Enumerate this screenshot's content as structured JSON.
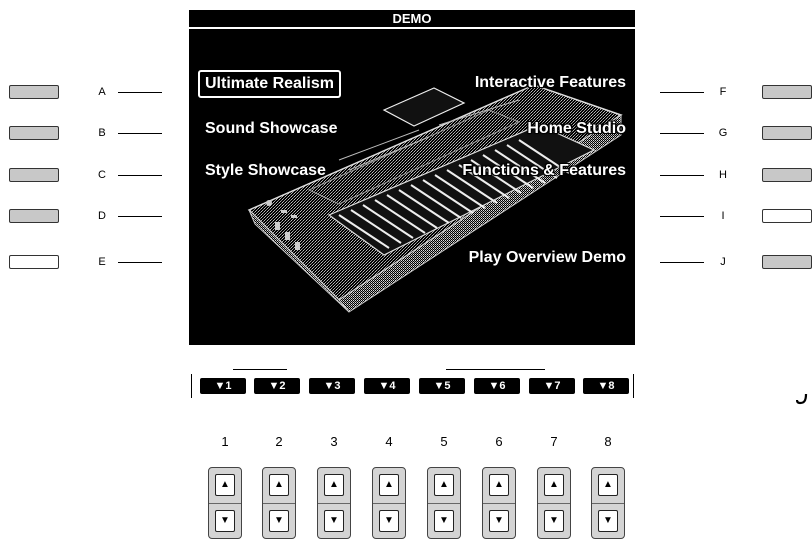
{
  "screen": {
    "title": "DEMO",
    "left_items": [
      {
        "key": "A",
        "label": "Ultimate Realism",
        "selected": true
      },
      {
        "key": "B",
        "label": "Sound Showcase",
        "selected": false
      },
      {
        "key": "C",
        "label": "Style Showcase",
        "selected": false
      }
    ],
    "right_items": [
      {
        "key": "F",
        "label": "Interactive Features"
      },
      {
        "key": "G",
        "label": "Home Studio"
      },
      {
        "key": "H",
        "label": "Functions & Features"
      },
      {
        "key": "J",
        "label": "Play Overview Demo"
      }
    ]
  },
  "side_buttons": {
    "left": [
      {
        "letter": "A",
        "lit": true
      },
      {
        "letter": "B",
        "lit": true
      },
      {
        "letter": "C",
        "lit": true
      },
      {
        "letter": "D",
        "lit": true
      },
      {
        "letter": "E",
        "lit": false
      }
    ],
    "right": [
      {
        "letter": "F",
        "lit": true
      },
      {
        "letter": "G",
        "lit": true
      },
      {
        "letter": "H",
        "lit": true
      },
      {
        "letter": "I",
        "lit": false
      },
      {
        "letter": "J",
        "lit": true
      }
    ]
  },
  "softkeys": [
    "▼1",
    "▼2",
    "▼3",
    "▼4",
    "▼5",
    "▼6",
    "▼7",
    "▼8"
  ],
  "columns": [
    "1",
    "2",
    "3",
    "4",
    "5",
    "6",
    "7",
    "8"
  ],
  "updown": {
    "up_glyph": "▲",
    "down_glyph": "▼"
  },
  "icons": {
    "corner_mark": "hook-mark-icon"
  },
  "colors": {
    "screen_bg": "#000000",
    "lit_button": "#c8c8c8",
    "unlit_button": "#ffffff"
  }
}
